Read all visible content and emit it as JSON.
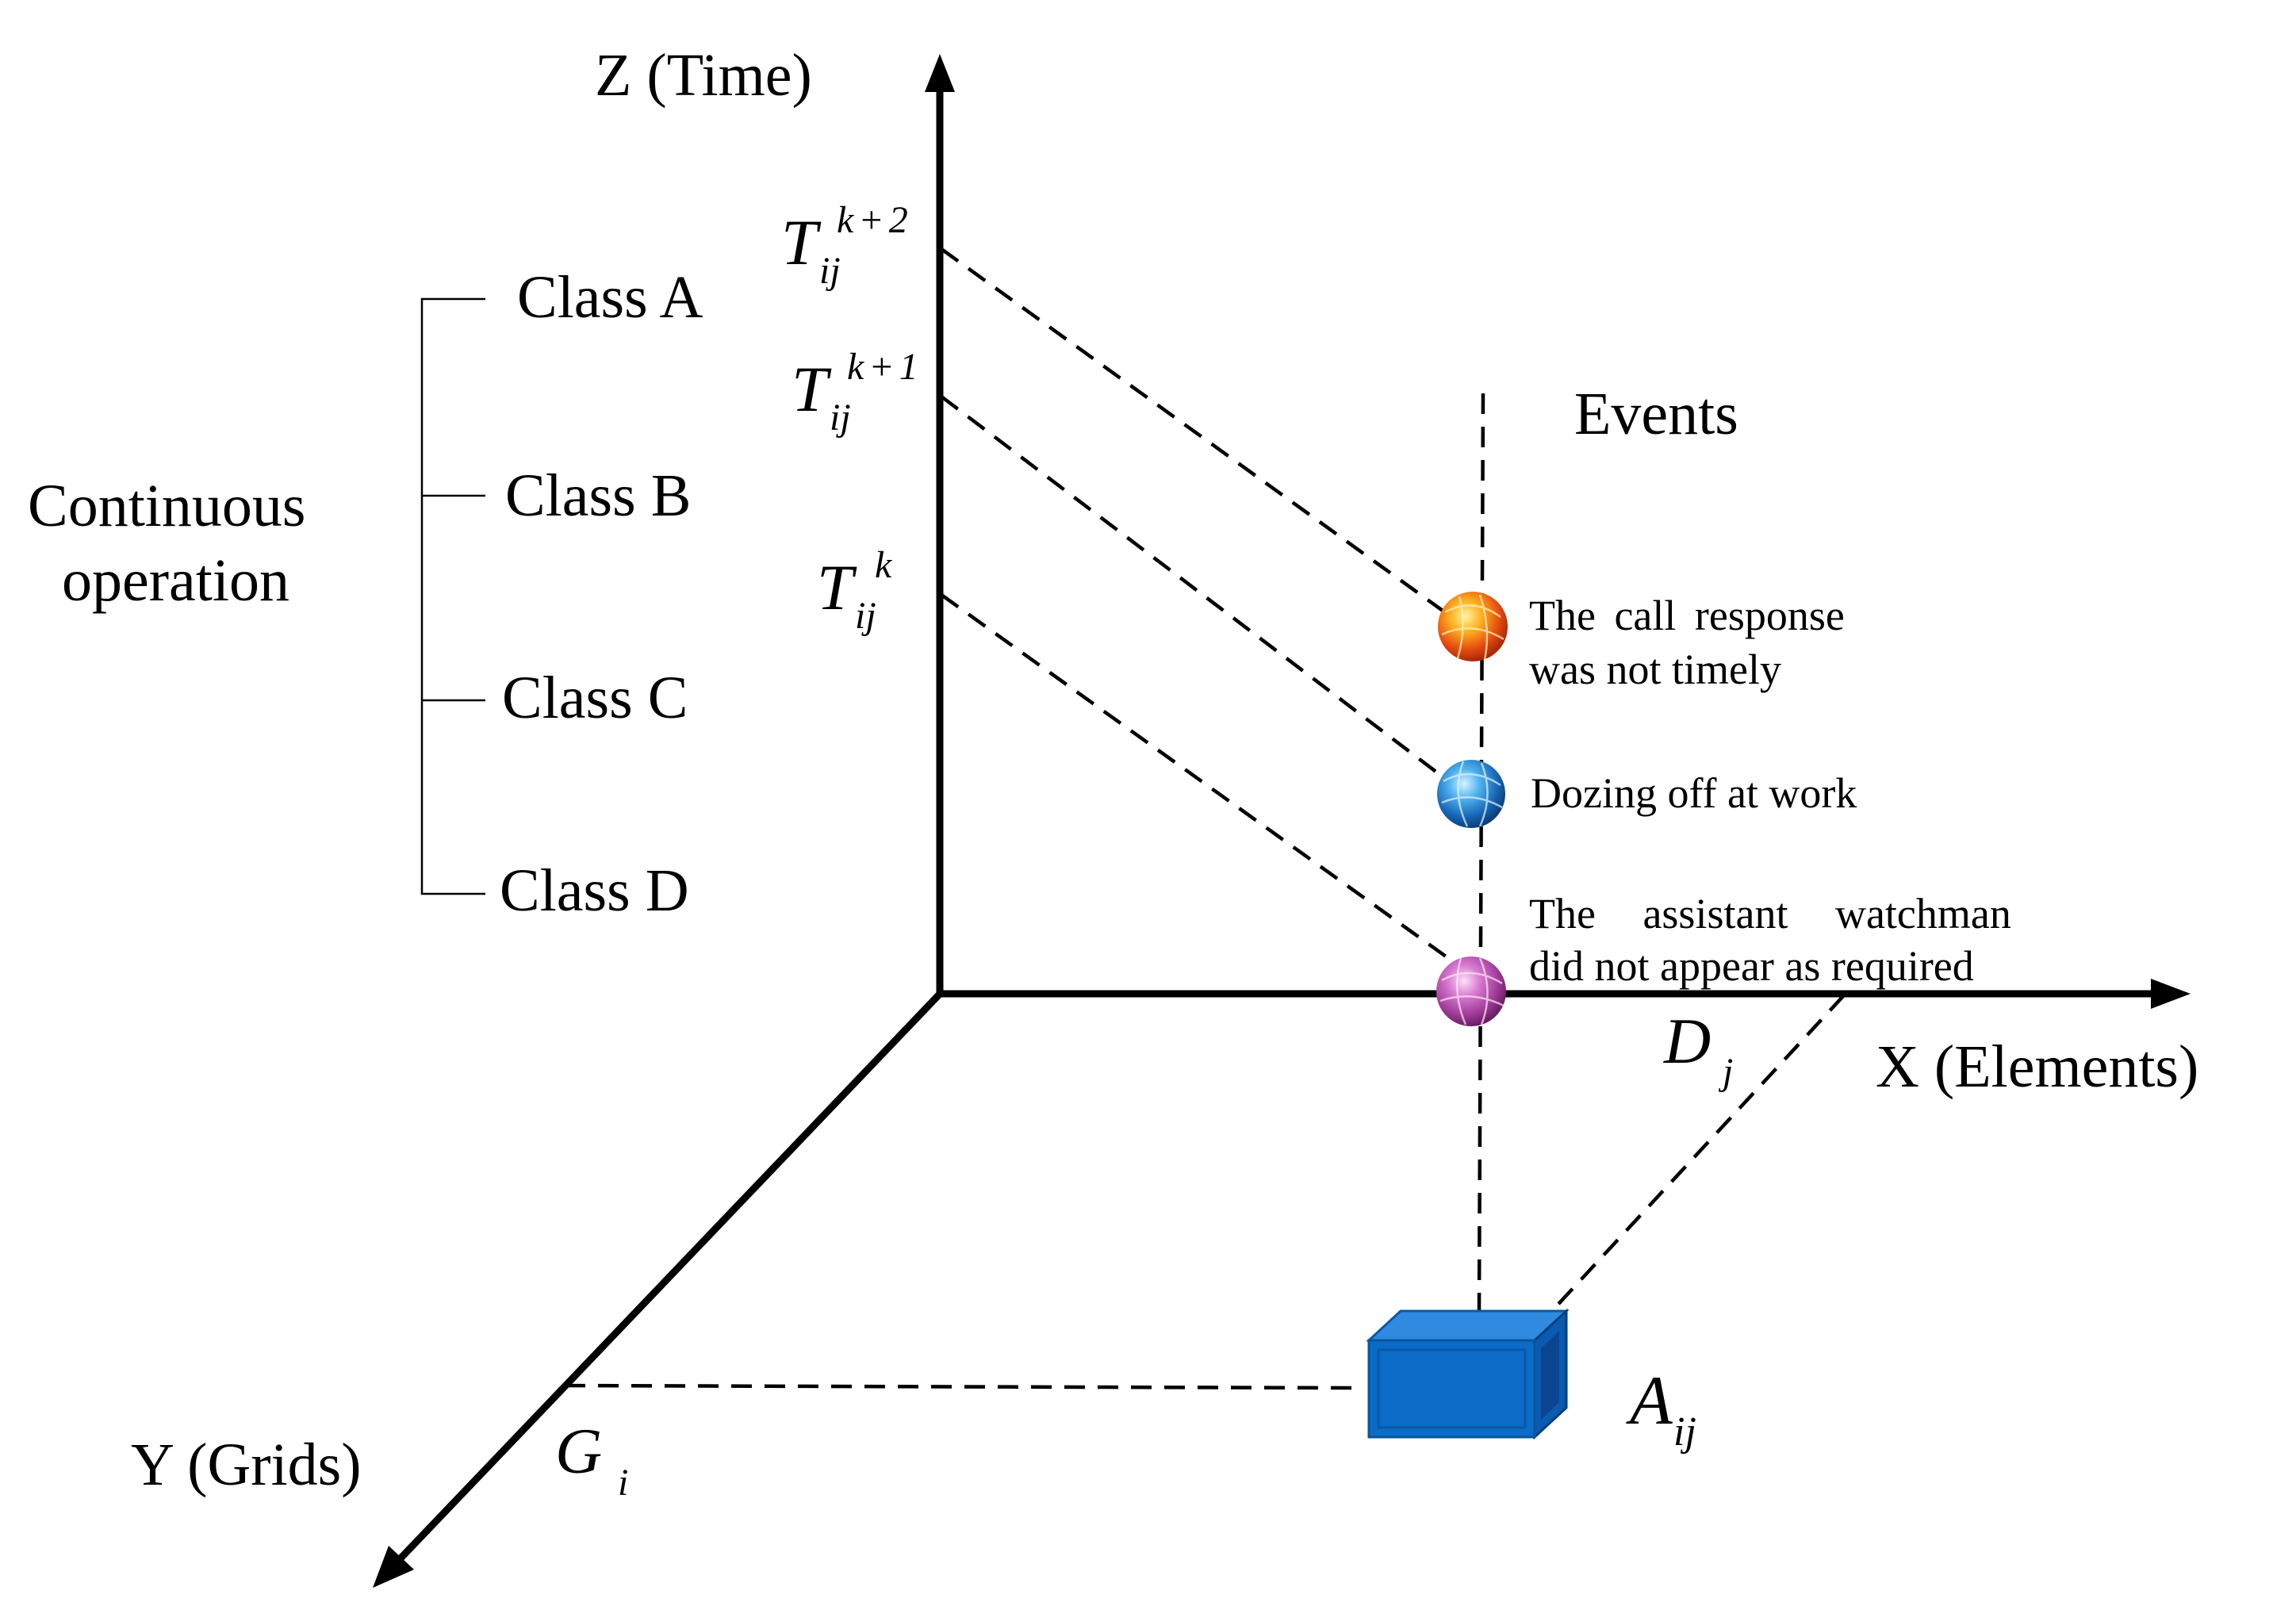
{
  "axes": {
    "z_label": "Z (Time)",
    "x_label": "X (Elements)",
    "y_label": "Y (Grids)"
  },
  "time_marks": [
    {
      "base": "T",
      "sub": "ij",
      "sup": "k+2"
    },
    {
      "base": "T",
      "sub": "ij",
      "sup": "k+1"
    },
    {
      "base": "T",
      "sub": "ij",
      "sup": "k"
    }
  ],
  "classes": {
    "group_label_line1": "Continuous",
    "group_label_line2": "operation",
    "items": [
      "Class A",
      "Class B",
      "Class C",
      "Class D"
    ]
  },
  "events": {
    "title": "Events",
    "items": [
      {
        "line1": "The call response",
        "line2": "was not timely",
        "icon": "orange-sphere-icon",
        "color": "#e85a14"
      },
      {
        "line1": "Dozing off at work",
        "line2": "",
        "icon": "blue-sphere-icon",
        "color": "#1e7fd0"
      },
      {
        "line1": "The assistant watchman",
        "line2": "did not appear as required",
        "icon": "purple-sphere-icon",
        "color": "#b0409e"
      }
    ]
  },
  "element_mark": {
    "base": "D",
    "sub": "j"
  },
  "grid_mark": {
    "base": "G",
    "sub": "i"
  },
  "cell_mark": {
    "base": "A",
    "sub": "ij"
  },
  "cell_color": "#0a6cc6"
}
